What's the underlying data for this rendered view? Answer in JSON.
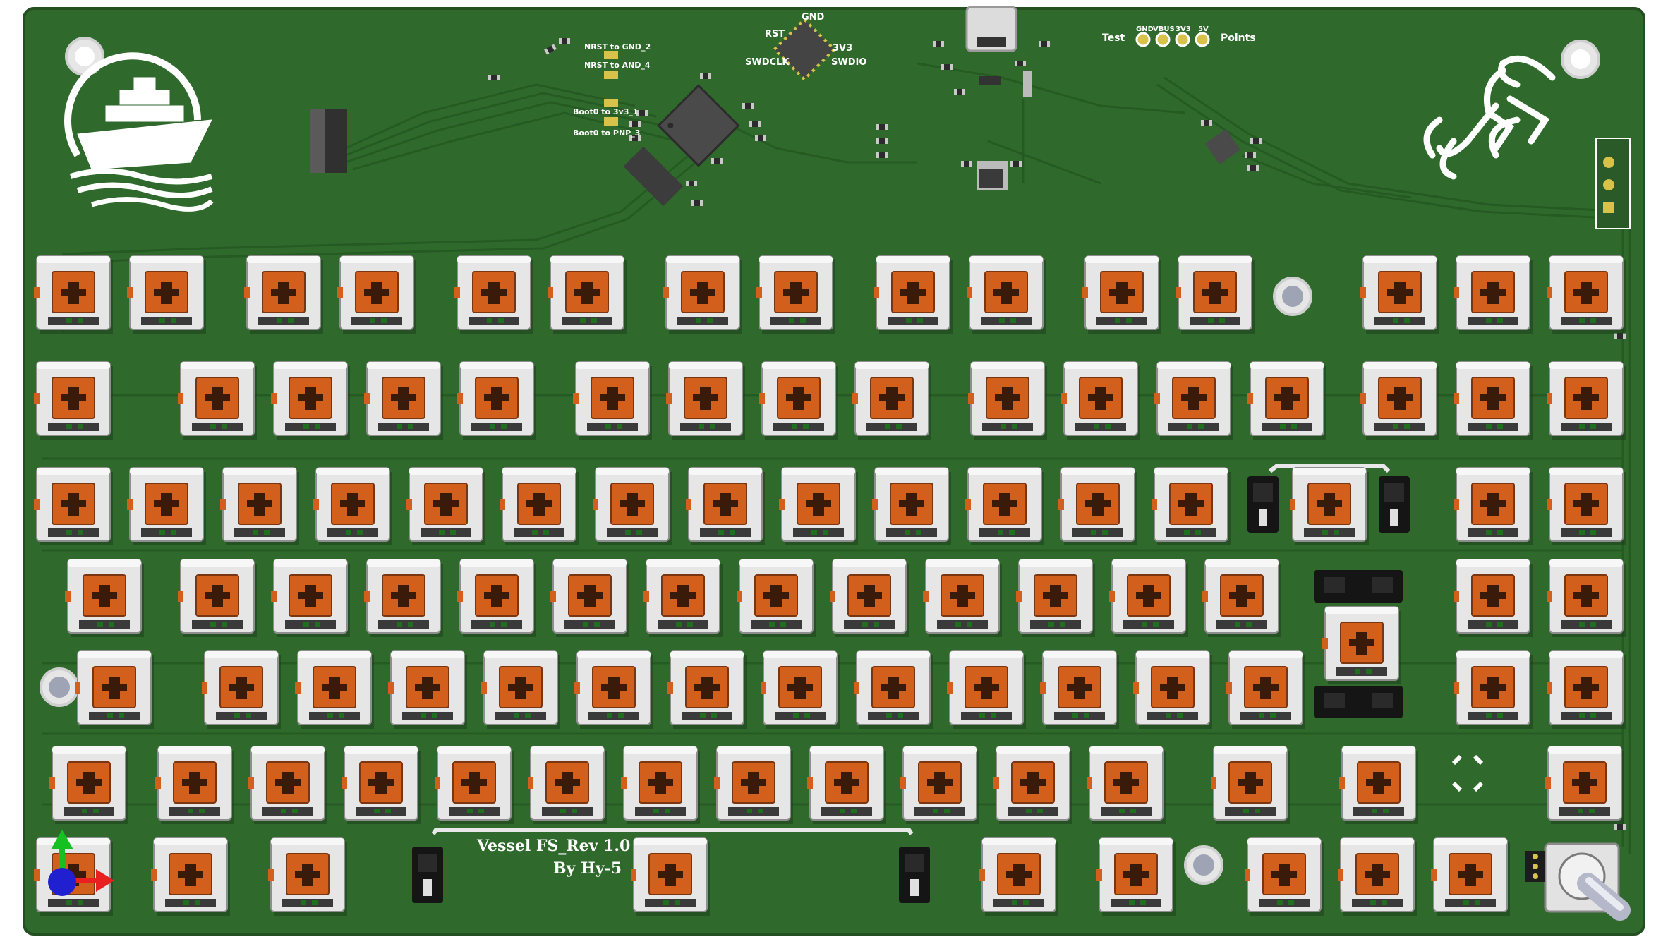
{
  "colors": {
    "board": "#2f6a2c",
    "board_edge": "#234f21",
    "trace": "#255a23",
    "pad": "#d8c24a",
    "switch_housing": "#e3e3e3",
    "switch_stem": "#d2601c",
    "chip": "#4a4a4a"
  },
  "icons": {
    "logo_left": "ship-logo-icon",
    "logo_right": "scorpion-logo-icon",
    "axis": "axis-gizmo-icon",
    "encoder": "rotary-encoder-icon"
  },
  "labels": {
    "nrst_gnd": "NRST to GND_2",
    "nrst_and": "NRST to AND_4",
    "boot0_3v3": "Boot0 to 3v3_1",
    "boot0_pnp": "Boot0 to PNP_3",
    "rst": "RST",
    "gnd": "GND",
    "v3v3": "3V3",
    "swdclk": "SWDCLK",
    "swdio": "SWDIO",
    "test": "Test",
    "points": "Points",
    "tp_gnd": "GND",
    "tp_vbus": "VBUS",
    "tp_3v3": "3V3",
    "tp_5v": "5V",
    "title": "Vessel FS_Rev 1.0",
    "author": "By Hy-5"
  }
}
